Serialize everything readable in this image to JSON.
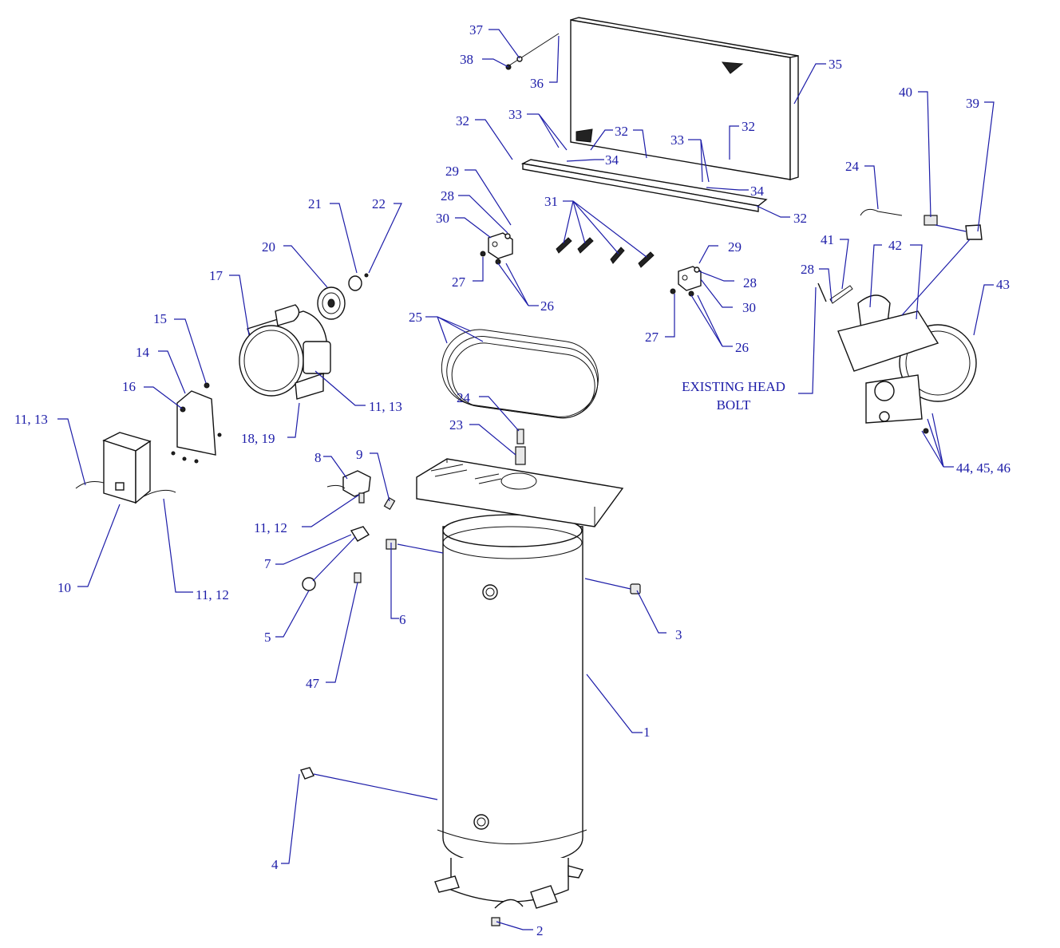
{
  "callouts": {
    "c1": "1",
    "c2": "2",
    "c3": "3",
    "c4": "4",
    "c5": "5",
    "c6": "6",
    "c7": "7",
    "c8": "8",
    "c9": "9",
    "c10": "10",
    "c11_13_left": "11, 13",
    "c11_12_box": "11, 12",
    "c11_12_switch": "11, 12",
    "c11_13_motor": "11, 13",
    "c14": "14",
    "c15": "15",
    "c16": "16",
    "c17": "17",
    "c18_19": "18, 19",
    "c20": "20",
    "c21": "21",
    "c22": "22",
    "c23": "23",
    "c24_tank": "24",
    "c24_pump": "24",
    "c25": "25",
    "c26_left": "26",
    "c26_right": "26",
    "c27_left": "27",
    "c27_right": "27",
    "c28_left": "28",
    "c28_right": "28",
    "c28_bolt": "28",
    "c29_left": "29",
    "c29_right": "29",
    "c30_left": "30",
    "c30_right": "30",
    "c31": "31",
    "c32_a": "32",
    "c32_b": "32",
    "c32_c": "32",
    "c32_d": "32",
    "c33_left": "33",
    "c33_right": "33",
    "c34_left": "34",
    "c34_right": "34",
    "c35": "35",
    "c36": "36",
    "c37": "37",
    "c38": "38",
    "c39": "39",
    "c40": "40",
    "c41": "41",
    "c42": "42",
    "c43": "43",
    "c44_45_46": "44, 45, 46",
    "c47": "47"
  },
  "note": {
    "line1": "EXISTING HEAD",
    "line2": "BOLT"
  },
  "colors": {
    "callout": "#1c1ca8",
    "linework": "#111111",
    "background": "#ffffff"
  }
}
